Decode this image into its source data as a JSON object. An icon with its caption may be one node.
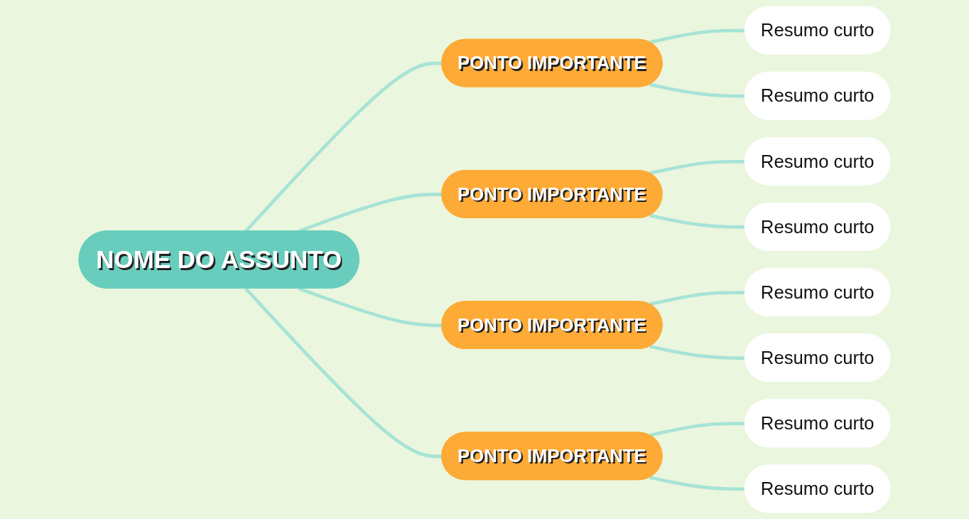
{
  "diagram": {
    "nodes": [
      {
        "text": [
          "NOME DO ASSUNTO"
        ]
      },
      {
        "text": [
          "PONTO IMPORTANTE"
        ]
      },
      {
        "text": [
          "Resumo curto"
        ]
      },
      {
        "text": [
          "Resumo curto"
        ]
      },
      {
        "text": [
          "PONTO IMPORTANTE"
        ]
      },
      {
        "text": [
          "Resumo curto"
        ]
      },
      {
        "text": [
          "Resumo curto"
        ]
      },
      {
        "text": [
          "PONTO IMPORTANTE"
        ]
      },
      {
        "text": [
          "Resumo curto"
        ]
      },
      {
        "text": [
          "Resumo curto"
        ]
      },
      {
        "text": [
          "PONTO IMPORTANTE"
        ]
      },
      {
        "text": [
          "Resumo curto"
        ]
      },
      {
        "text": [
          "Resumo curto"
        ]
      }
    ],
    "edges": [
      {
        "from": 0,
        "to": 1,
        "arrow": "none"
      },
      {
        "from": 1,
        "to": 2,
        "arrow": "none"
      },
      {
        "from": 1,
        "to": 3,
        "arrow": "none"
      },
      {
        "from": 0,
        "to": 4,
        "arrow": "none"
      },
      {
        "from": 4,
        "to": 5,
        "arrow": "none"
      },
      {
        "from": 4,
        "to": 6,
        "arrow": "none"
      },
      {
        "from": 0,
        "to": 7,
        "arrow": "none"
      },
      {
        "from": 7,
        "to": 8,
        "arrow": "none"
      },
      {
        "from": 7,
        "to": 9,
        "arrow": "none"
      },
      {
        "from": 0,
        "to": 10,
        "arrow": "none"
      },
      {
        "from": 10,
        "to": 11,
        "arrow": "none"
      },
      {
        "from": 10,
        "to": 12,
        "arrow": "none"
      }
    ]
  }
}
